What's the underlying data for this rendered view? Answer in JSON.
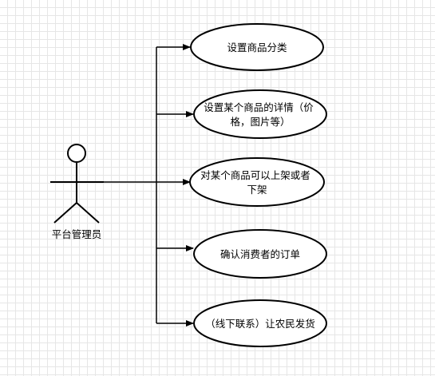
{
  "actor": {
    "label": "平台管理员",
    "icon": "stick-figure-icon"
  },
  "use_cases": [
    {
      "lines": [
        "设置商品分类"
      ]
    },
    {
      "lines": [
        "设置某个商品的详情（价",
        "格，图片等）"
      ]
    },
    {
      "lines": [
        "对某个商品可以上架或者",
        "下架"
      ]
    },
    {
      "lines": [
        "确认消费者的订单"
      ]
    },
    {
      "lines": [
        "（线下联系）让农民发货"
      ]
    }
  ],
  "colors": {
    "stroke": "#000000",
    "fill": "#ffffff",
    "grid": "#e6e6e6"
  }
}
